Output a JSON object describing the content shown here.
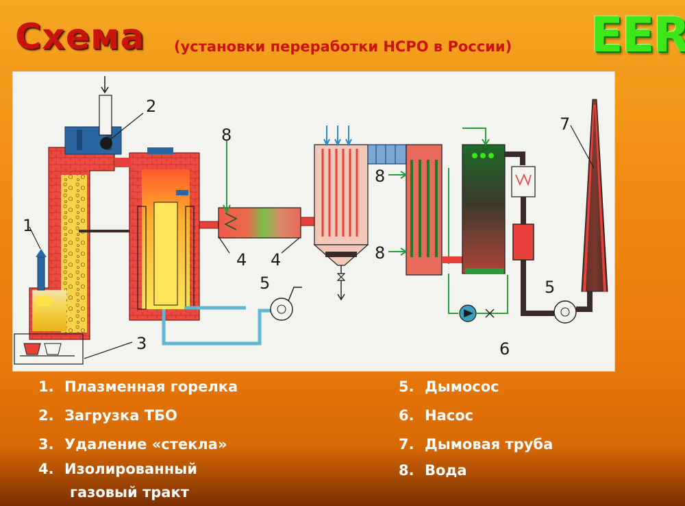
{
  "title": {
    "main": "Схема",
    "subtitle": "(установки переработки НСРО в России)"
  },
  "logo": {
    "text": "EER"
  },
  "diagram": {
    "callouts": [
      {
        "id": "c1",
        "text": "1"
      },
      {
        "id": "c2",
        "text": "2"
      },
      {
        "id": "c3",
        "text": "3"
      },
      {
        "id": "c4a",
        "text": "4"
      },
      {
        "id": "c4b",
        "text": "4"
      },
      {
        "id": "c5a",
        "text": "5"
      },
      {
        "id": "c5b",
        "text": "5"
      },
      {
        "id": "c6",
        "text": "6"
      },
      {
        "id": "c7",
        "text": "7"
      },
      {
        "id": "c8a",
        "text": "8"
      },
      {
        "id": "c8b",
        "text": "8"
      },
      {
        "id": "c8c",
        "text": "8"
      }
    ]
  },
  "legend": {
    "left": [
      {
        "num": "1.",
        "text": "Плазменная горелка"
      },
      {
        "num": "2.",
        "text": "Загрузка ТБО"
      },
      {
        "num": "3.",
        "text": "Удаление «стекла»"
      },
      {
        "num": "4.",
        "text": "Изолированный"
      },
      {
        "num": "",
        "text": "газовый тракт"
      }
    ],
    "right": [
      {
        "num": "5.",
        "text": "Дымосос"
      },
      {
        "num": "6.",
        "text": "Насос"
      },
      {
        "num": "7.",
        "text": "Дымовая труба"
      },
      {
        "num": "8.",
        "text": "Вода"
      }
    ]
  },
  "colors": {
    "brick": "#e8403a",
    "pipe_blue": "#5fb7d6",
    "water_green": "#2a9a3a",
    "flame_yellow": "#ffe14a",
    "dark_fill": "#3a2a28",
    "title_red": "#c8140c",
    "logo_green": "#3ee61a"
  }
}
